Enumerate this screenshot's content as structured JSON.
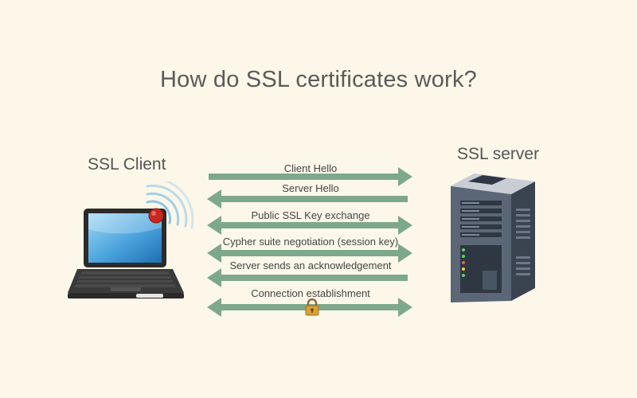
{
  "title": "How do SSL certificates work?",
  "client": {
    "label": "SSL Client",
    "icon": "laptop-icon"
  },
  "server": {
    "label": "SSL server",
    "icon": "server-icon"
  },
  "colors": {
    "background": "#fcf7e9",
    "arrow": "#7ea88b",
    "text": "#444444",
    "signal": "#86c3e8",
    "notification": "#c8281e"
  },
  "steps": [
    {
      "label": "Client Hello",
      "direction": "right"
    },
    {
      "label": "Server Hello",
      "direction": "left"
    },
    {
      "label": "Public SSL Key exchange",
      "direction": "both"
    },
    {
      "label": "Cypher suite negotiation (session key)",
      "direction": "both"
    },
    {
      "label": "Server sends an acknowledgement",
      "direction": "left"
    },
    {
      "label": "Connection establishment",
      "direction": "both"
    }
  ],
  "lock_icon": "padlock-icon"
}
